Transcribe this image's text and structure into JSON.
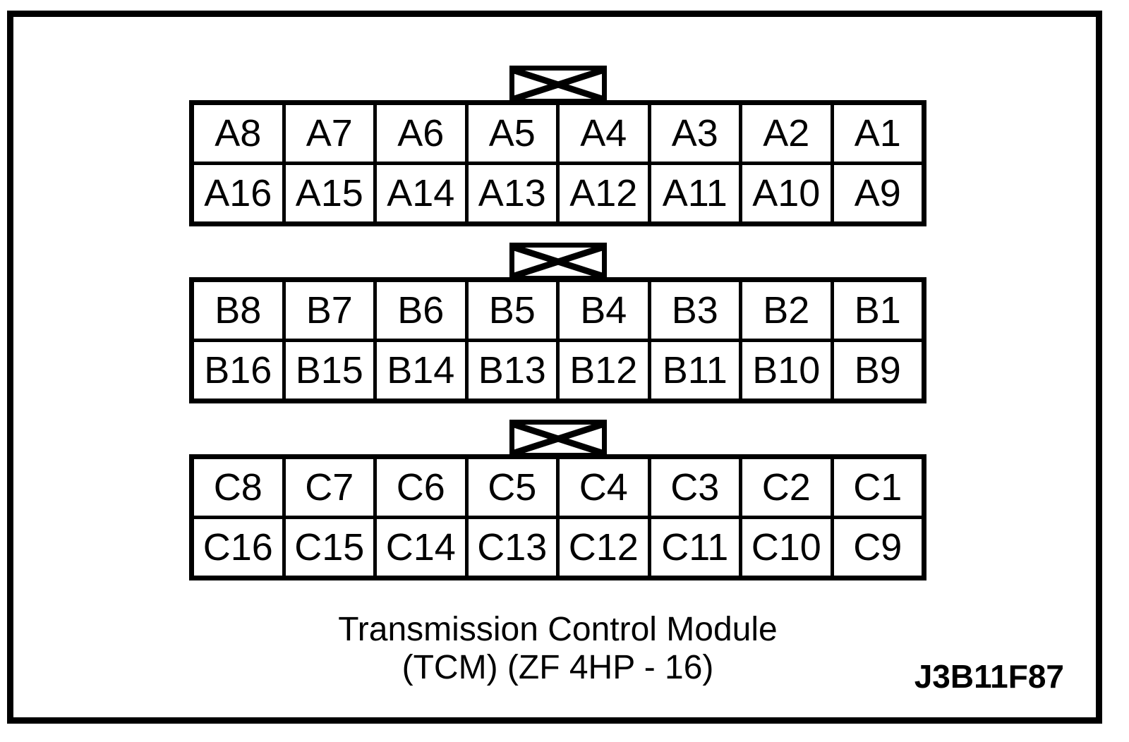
{
  "figure": {
    "caption_line1": "Transmission Control Module",
    "caption_line2": "(TCM) (ZF 4HP - 16)",
    "figure_code": "J3B11F87"
  },
  "colors": {
    "line": "#000000",
    "background": "#ffffff"
  },
  "connectors": [
    {
      "id": "A",
      "rows": [
        [
          "A8",
          "A7",
          "A6",
          "A5",
          "A4",
          "A3",
          "A2",
          "A1"
        ],
        [
          "A16",
          "A15",
          "A14",
          "A13",
          "A12",
          "A11",
          "A10",
          "A9"
        ]
      ]
    },
    {
      "id": "B",
      "rows": [
        [
          "B8",
          "B7",
          "B6",
          "B5",
          "B4",
          "B3",
          "B2",
          "B1"
        ],
        [
          "B16",
          "B15",
          "B14",
          "B13",
          "B12",
          "B11",
          "B10",
          "B9"
        ]
      ]
    },
    {
      "id": "C",
      "rows": [
        [
          "C8",
          "C7",
          "C6",
          "C5",
          "C4",
          "C3",
          "C2",
          "C1"
        ],
        [
          "C16",
          "C15",
          "C14",
          "C13",
          "C12",
          "C11",
          "C10",
          "C9"
        ]
      ]
    }
  ]
}
